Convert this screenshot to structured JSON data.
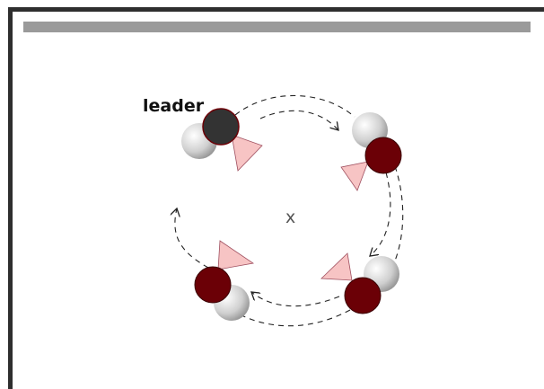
{
  "diagram": {
    "leader_label": "leader",
    "center_label": "x",
    "robots": [
      {
        "role": "leader",
        "body_color": "#333333"
      },
      {
        "role": "follower",
        "body_color": "#6b0006"
      },
      {
        "role": "follower",
        "body_color": "#6b0006"
      },
      {
        "role": "follower",
        "body_color": "#6b0006"
      }
    ],
    "colors": {
      "frame": "#2e2e2e",
      "title_bar": "#9a9a9a",
      "sensor_cone": "#f7c4c4",
      "trail_shadow": "#c8c8c8",
      "path": "#222222"
    }
  }
}
